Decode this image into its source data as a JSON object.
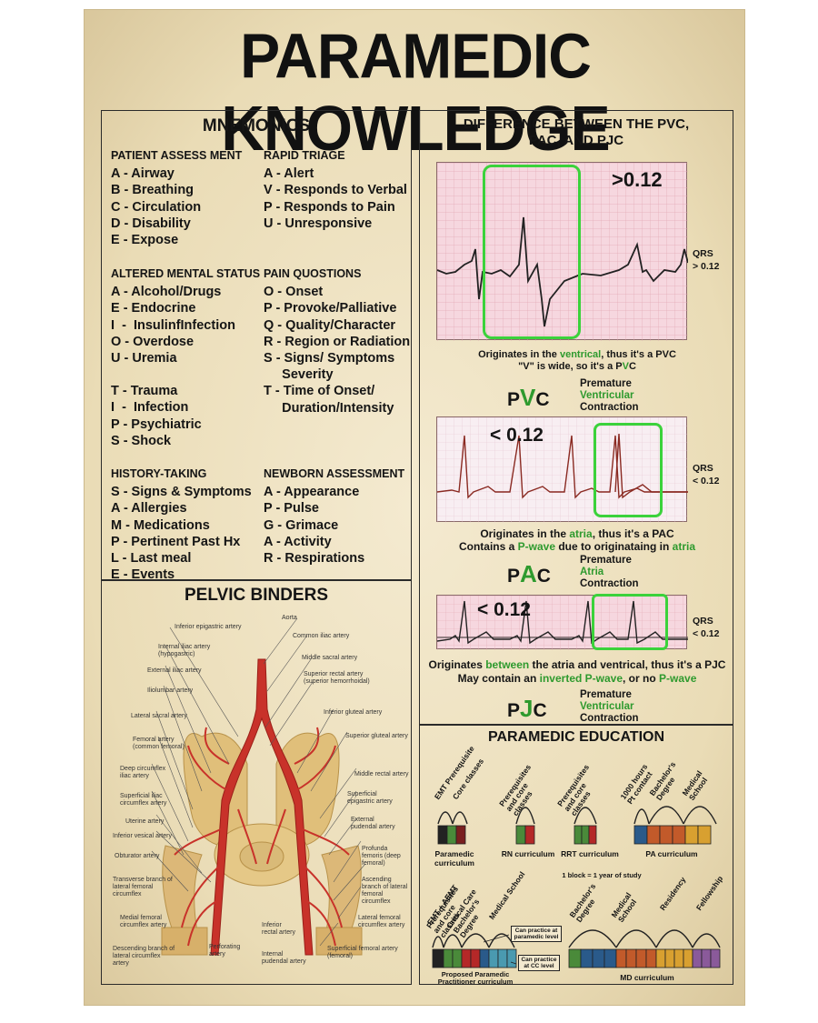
{
  "title": "PARAMEDIC KNOWLEDGE",
  "mnemonics": {
    "heading": "MNEMONICS",
    "left": [
      {
        "heading": "PATIENT ASSESS MENT",
        "items": [
          "A - Airway",
          "B - Breathing",
          "C - Circulation",
          "D - Disability",
          "E - Expose"
        ]
      },
      {
        "heading": "ALTERED MENTAL STATUS",
        "items": [
          "A - Alcohol/Drugs",
          "E - Endocrine",
          "I  -  InsulinfInfection",
          "O - Overdose",
          "U - Uremia",
          "",
          "T - Trauma",
          "I  -  Infection",
          "P - Psychiatric",
          "S - Shock"
        ]
      },
      {
        "heading": "HISTORY-TAKING",
        "items": [
          "S - Signs & Symptoms",
          "A - Allergies",
          "M - Medications",
          "P - Pertinent Past Hx",
          "L - Last meal",
          "E - Events"
        ]
      }
    ],
    "right": [
      {
        "heading": "RAPID TRIAGE",
        "items": [
          "A - Alert",
          "V - Responds to Verbal",
          "P - Responds to Pain",
          "U - Unresponsive"
        ]
      },
      {
        "heading": "PAIN QUOSTIONS",
        "items": [
          "O - Onset",
          "P - Provoke/Palliative",
          "Q - Quality/Character",
          "R - Region or Radiation",
          "S - Signs/ Symptoms",
          "     Severity",
          "",
          "T - Time of Onset/",
          "     Duration/Intensity"
        ]
      },
      {
        "heading": "NEWBORN ASSESSMENT",
        "items": [
          "A - Appearance",
          "P - Pulse",
          "G - Grimace",
          "A - Activity",
          "R - Respirations"
        ]
      }
    ]
  },
  "difference": {
    "heading_line1": "DIFFERENCE BETWEEN THE PVC,",
    "heading_line2": "PAC, AND PJC",
    "pvc": {
      "value_label": ">0.12",
      "qrs_line1": "QRS",
      "qrs_line2": "> 0.12",
      "desc_a": "Originates in the ",
      "desc_b": "ventrical",
      "desc_c": ", thus it's a PVC",
      "desc_d": "\"V\" is wide, so it's a P",
      "desc_e": "V",
      "desc_f": "C",
      "abbr": [
        "P",
        "V",
        "C"
      ],
      "def": [
        "Premature",
        "Ventricular",
        "Contraction"
      ]
    },
    "pac": {
      "value_label": "< 0.12",
      "qrs_line1": "QRS",
      "qrs_line2": "< 0.12",
      "desc_a": "Originates in the ",
      "desc_b": "atria",
      "desc_c": ", thus it's a PAC",
      "desc_d": "Contains a ",
      "desc_e": "P-wave",
      "desc_f": " due to originataing in ",
      "desc_g": "atria",
      "abbr": [
        "P",
        "A",
        "C"
      ],
      "def": [
        "Premature",
        "Atria",
        "Contraction"
      ]
    },
    "pjc": {
      "value_label": "< 0.12",
      "qrs_line1": "QRS",
      "qrs_line2": "< 0.12",
      "desc_a": "Originates ",
      "desc_b": "between",
      "desc_c": " the atria and ventrical, thus it's a PJC",
      "desc_d": "May contain an ",
      "desc_e": "inverted P-wave",
      "desc_f": ", or no ",
      "desc_g": "P-wave",
      "abbr": [
        "P",
        "J",
        "C"
      ],
      "def": [
        "Premature",
        "Ventricular",
        "Contraction"
      ]
    }
  },
  "pelvic": {
    "heading": "PELVIC BINDERS",
    "labels_left": [
      "Inferior epigastric artery",
      "Internal iliac artery (hypogastric)",
      "External iliac artery",
      "Iliolumbar artery",
      "Lateral sacral artery",
      "Femoral artery (common femoral)",
      "Deep circumflex iliac artery",
      "Superficial iliac circumflex artery",
      "Uterine artery",
      "Inferior vesical artery",
      "Obturator artery",
      "Transverse branch of lateral femoral circumflex",
      "Medial femoral circumflex artery",
      "Descending branch of lateral circumflex artery"
    ],
    "labels_right": [
      "Aorta",
      "Common iliac artery",
      "Middle sacral artery",
      "Superior rectal artery (superior hemorrhoidal)",
      "Inferior gluteal artery",
      "Superior gluteal artery",
      "Middle rectal artery",
      "Superficial epigastric artery",
      "External pudendal artery",
      "Profunda femoris (deep femoral)",
      "Ascending branch of lateral femoral circumflex",
      "Lateral femoral circumflex artery",
      "Superficial femoral artery (femoral)"
    ],
    "labels_bottom": [
      "Perforating artery",
      "Inferior rectal artery",
      "Internal pudendal artery"
    ]
  },
  "education": {
    "heading": "PARAMEDIC EDUCATION",
    "top_groups": [
      {
        "arcs": [
          "EMT Prerequisite",
          "Core classes"
        ],
        "caption": "Paramedic curriculum"
      },
      {
        "arcs": [
          "Prerequisites and core classes"
        ],
        "caption": "RN curriculum"
      },
      {
        "arcs": [
          "Prerequisites and core classes"
        ],
        "caption": "RRT curriculum"
      },
      {
        "arcs": [
          "1000 hours Pt contact",
          "Bachelor's Degree",
          "Medical School"
        ],
        "caption": "PA curriculum"
      }
    ],
    "legend": "1 block = 1 year of study",
    "bottom_left_arcs": [
      "EMT + AEMT",
      "Prerequisites and core classes",
      "Critical Care Bachelor's Degree",
      "Medical School"
    ],
    "practice1": "Can practice at paramedic level",
    "practice2": "Can practice at CC level",
    "bottom_left_caption": "Proposed Paramedic Practitioner curriculum",
    "bottom_right_arcs": [
      "Bachelor's Degree",
      "Medical School",
      "Residency",
      "Fellowship"
    ],
    "bottom_right_caption": "MD curriculum"
  }
}
